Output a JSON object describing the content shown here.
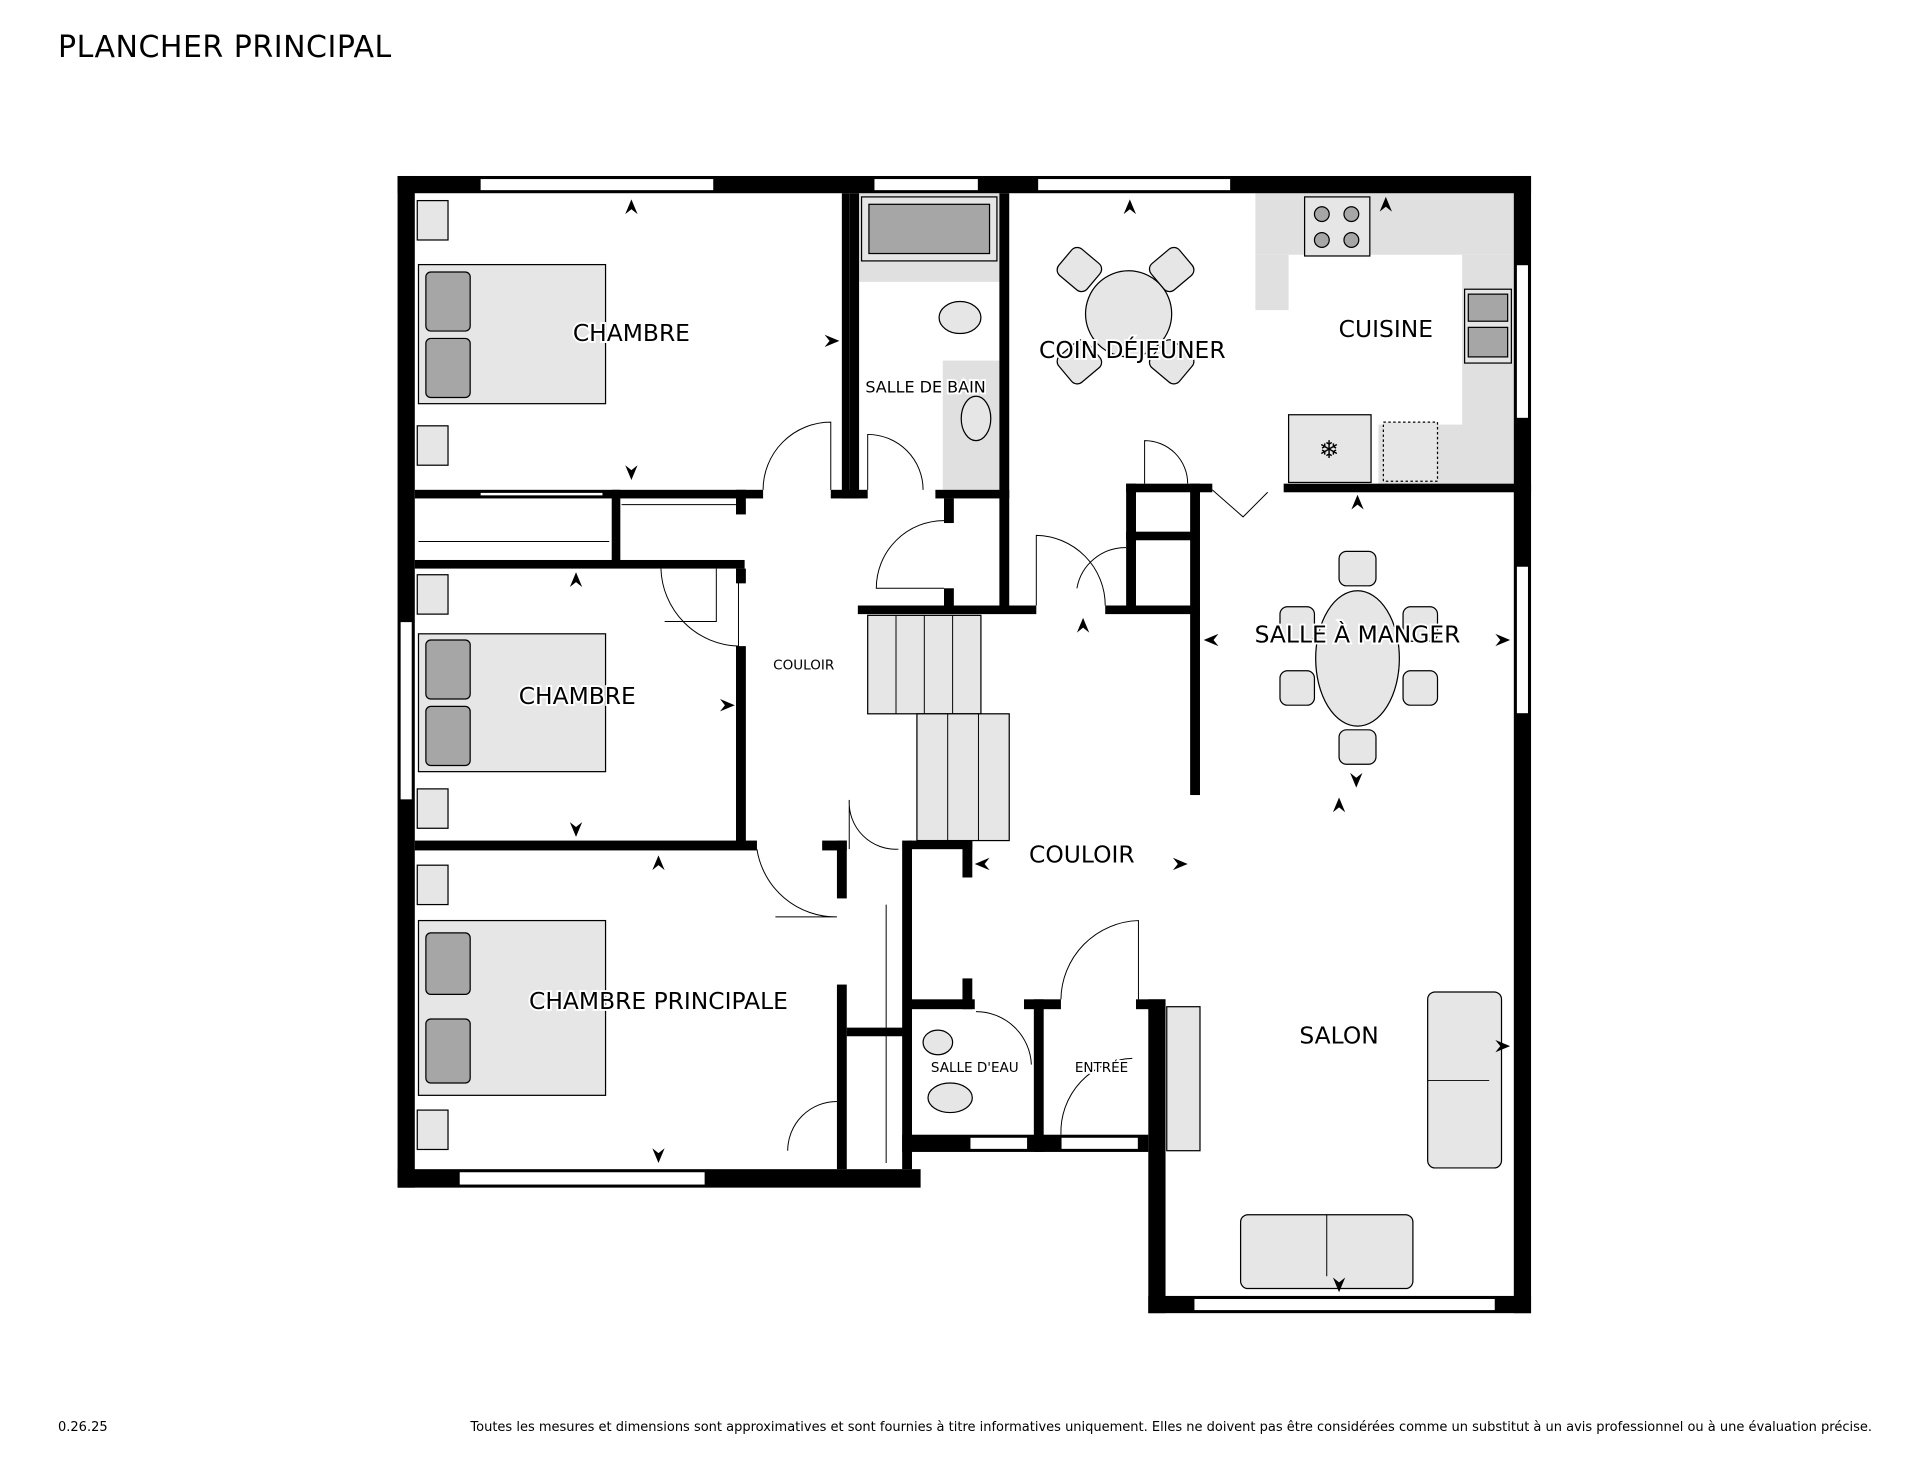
{
  "title": "PLANCHER PRINCIPAL",
  "rooms": {
    "chambre1": "CHAMBRE",
    "salle_de_bain": "SALLE DE BAIN",
    "coin_dejeuner": "COIN DÉJEUNER",
    "cuisine": "CUISINE",
    "couloir_small": "COULOIR",
    "chambre2": "CHAMBRE",
    "salle_a_manger": "SALLE À MANGER",
    "couloir_main": "COULOIR",
    "chambre_principale": "CHAMBRE PRINCIPALE",
    "salle_deau": "SALLE D'EAU",
    "entree": "ENTRÉE",
    "salon": "SALON"
  },
  "footer": {
    "version": "0.26.25",
    "disclaimer": "Toutes les mesures et dimensions sont approximatives et sont fournies à titre informatives uniquement. Elles ne doivent pas être considérées comme un substitut à un avis professionnel ou à une évaluation précise."
  }
}
